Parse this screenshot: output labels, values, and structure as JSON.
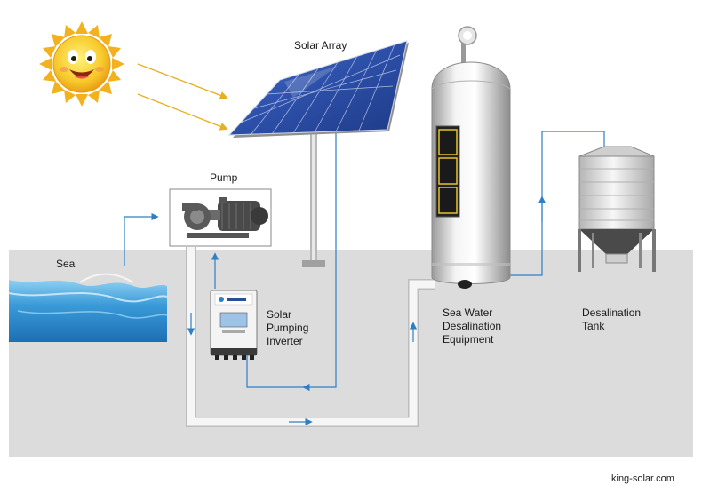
{
  "labels": {
    "solar_array": "Solar Array",
    "pump": "Pump",
    "sea": "Sea",
    "inverter": [
      "Solar",
      "Pumping",
      "Inverter"
    ],
    "desalination_equipment": [
      "Sea Water",
      "Desalination",
      "Equipment"
    ],
    "desalination_tank": [
      "Desalination",
      "Tank"
    ]
  },
  "footer": "king-solar.com",
  "colors": {
    "ground": "#dcdcdc",
    "pipe": "#f2f2f2",
    "flow_line": "#2f7fc4",
    "sun_rays": "#e8b020",
    "sun": "#f7c92a",
    "solar_panel": "#2c4fa8",
    "sea": "#3b9bd8"
  },
  "icons": [
    "sun-icon",
    "solar-panel-icon",
    "pump-icon",
    "inverter-icon",
    "desalination-equipment-icon",
    "tank-icon",
    "sea-icon"
  ]
}
